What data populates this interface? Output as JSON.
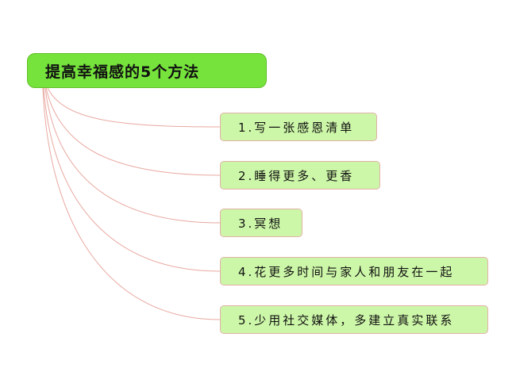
{
  "diagram": {
    "type": "mind-map",
    "root": {
      "label": "提高幸福感的5个方法"
    },
    "children": [
      {
        "label": "1.写一张感恩清单"
      },
      {
        "label": "2.睡得更多、更香"
      },
      {
        "label": "3.冥想"
      },
      {
        "label": "4.花更多时间与家人和朋友在一起"
      },
      {
        "label": "5.少用社交媒体，多建立真实联系"
      }
    ]
  },
  "colors": {
    "root_fill": "#76e33c",
    "child_fill": "#cdf7a8",
    "child_border": "#e2b0a8",
    "connector": "#e8a8a0",
    "background": "#ffffff"
  }
}
